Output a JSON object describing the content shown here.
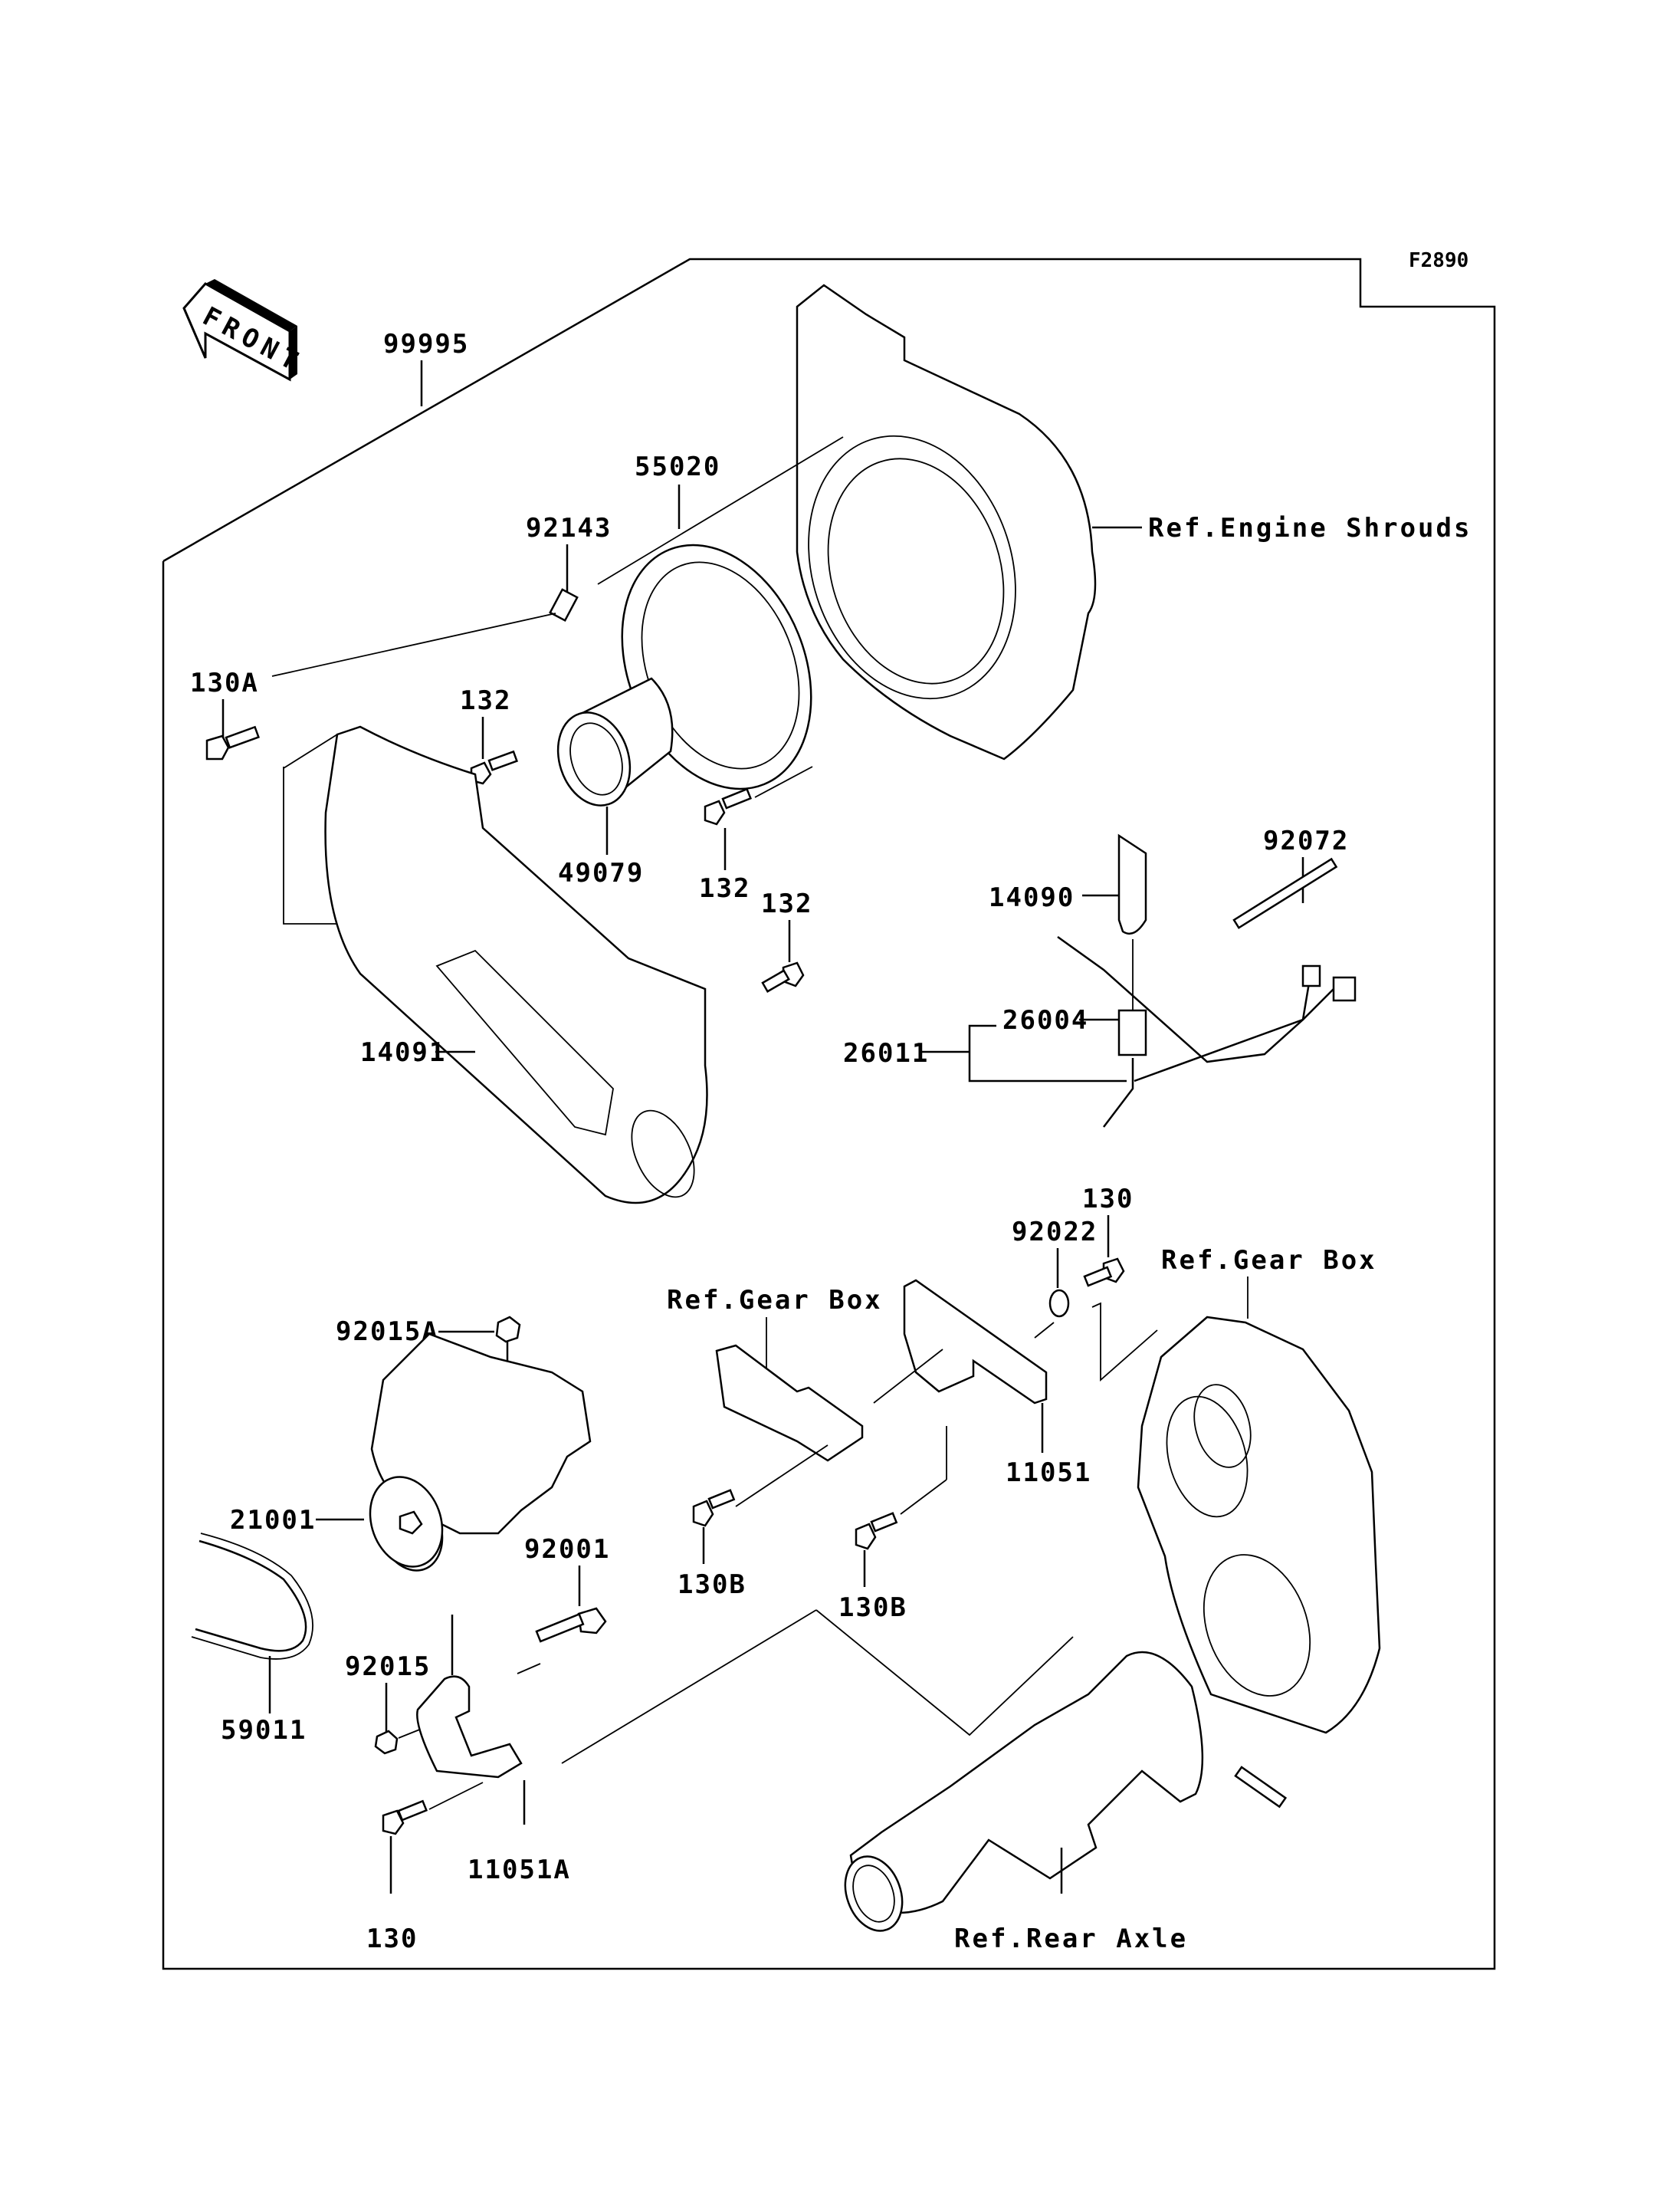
{
  "diagram": {
    "figure_code": "F2890",
    "front_arrow_label": "FRONT",
    "kit_label": "99995",
    "parts": [
      {
        "id": "55020",
        "name": "gasket-ring"
      },
      {
        "id": "92143",
        "name": "collar"
      },
      {
        "id": "132",
        "name": "bolt-upper-left"
      },
      {
        "id": "132",
        "name": "bolt-lower-right"
      },
      {
        "id": "132",
        "name": "bolt-cover"
      },
      {
        "id": "130A",
        "name": "bolt-cover-left"
      },
      {
        "id": "49079",
        "name": "duct-sleeve"
      },
      {
        "id": "14091",
        "name": "belt-cover"
      },
      {
        "id": "14090",
        "name": "connector-boot"
      },
      {
        "id": "92072",
        "name": "cable-tie"
      },
      {
        "id": "26004",
        "name": "connector"
      },
      {
        "id": "26011",
        "name": "wiring-harness"
      },
      {
        "id": "92022",
        "name": "washer"
      },
      {
        "id": "130",
        "name": "bolt-bracket"
      },
      {
        "id": "11051",
        "name": "bracket"
      },
      {
        "id": "130B",
        "name": "bolt-bracket-left"
      },
      {
        "id": "130B",
        "name": "bolt-bracket-right"
      },
      {
        "id": "92015A",
        "name": "nut-terminal"
      },
      {
        "id": "21001",
        "name": "alternator"
      },
      {
        "id": "92001",
        "name": "bolt-alternator"
      },
      {
        "id": "92015",
        "name": "nut-bracket"
      },
      {
        "id": "59011",
        "name": "v-belt"
      },
      {
        "id": "11051A",
        "name": "alternator-bracket"
      },
      {
        "id": "130",
        "name": "bolt-alternator-bracket"
      }
    ],
    "references": {
      "engine_shrouds": "Ref.Engine Shrouds",
      "gear_box_left": "Ref.Gear Box",
      "gear_box_right": "Ref.Gear Box",
      "rear_axle": "Ref.Rear Axle"
    }
  }
}
